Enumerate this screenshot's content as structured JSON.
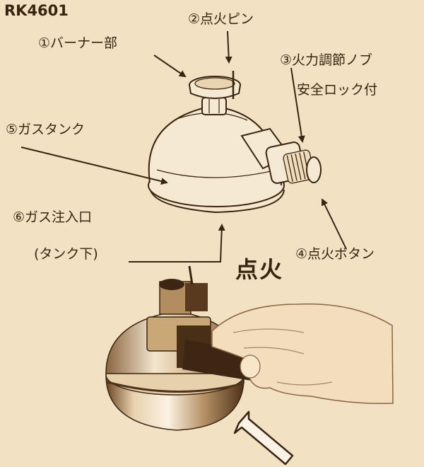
{
  "model_code": "RK4601",
  "heading": "点火",
  "parts": [
    {
      "number": "①",
      "name": "バーナー部"
    },
    {
      "number": "②",
      "name": "点火ピン"
    },
    {
      "number": "③",
      "name": "火力調節ノブ",
      "note": "安全ロック付"
    },
    {
      "number": "④",
      "name": "点火ボタン"
    },
    {
      "number": "⑤",
      "name": "ガスタンク"
    },
    {
      "number": "⑥",
      "name": "ガス注入口",
      "note": "(タンク下)"
    }
  ],
  "colors": {
    "background": "#f3e1c4",
    "ink": "#3a2411",
    "metal_light": "#f6ead2",
    "metal_mid": "#c8a57a",
    "metal_dark": "#5a3a1e",
    "skin": "#f2ddbd"
  }
}
